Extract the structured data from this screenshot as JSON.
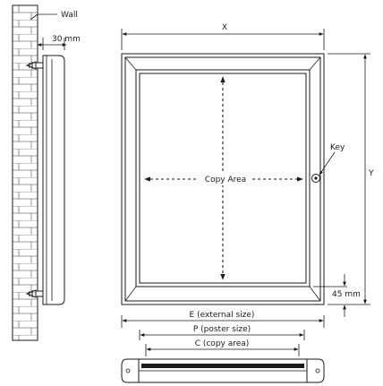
{
  "labels": {
    "wall": "Wall",
    "depth": "30 mm",
    "width": "X",
    "height": "Y",
    "key": "Key",
    "copy_area": "Copy Area",
    "border": "45 mm",
    "external_size": "E (external size)",
    "poster_size": "P (poster size)",
    "copy_size": "C (copy area)"
  },
  "colors": {
    "line": "#1a1a1a",
    "brick": "#7a7a7a",
    "background": "#ffffff"
  }
}
